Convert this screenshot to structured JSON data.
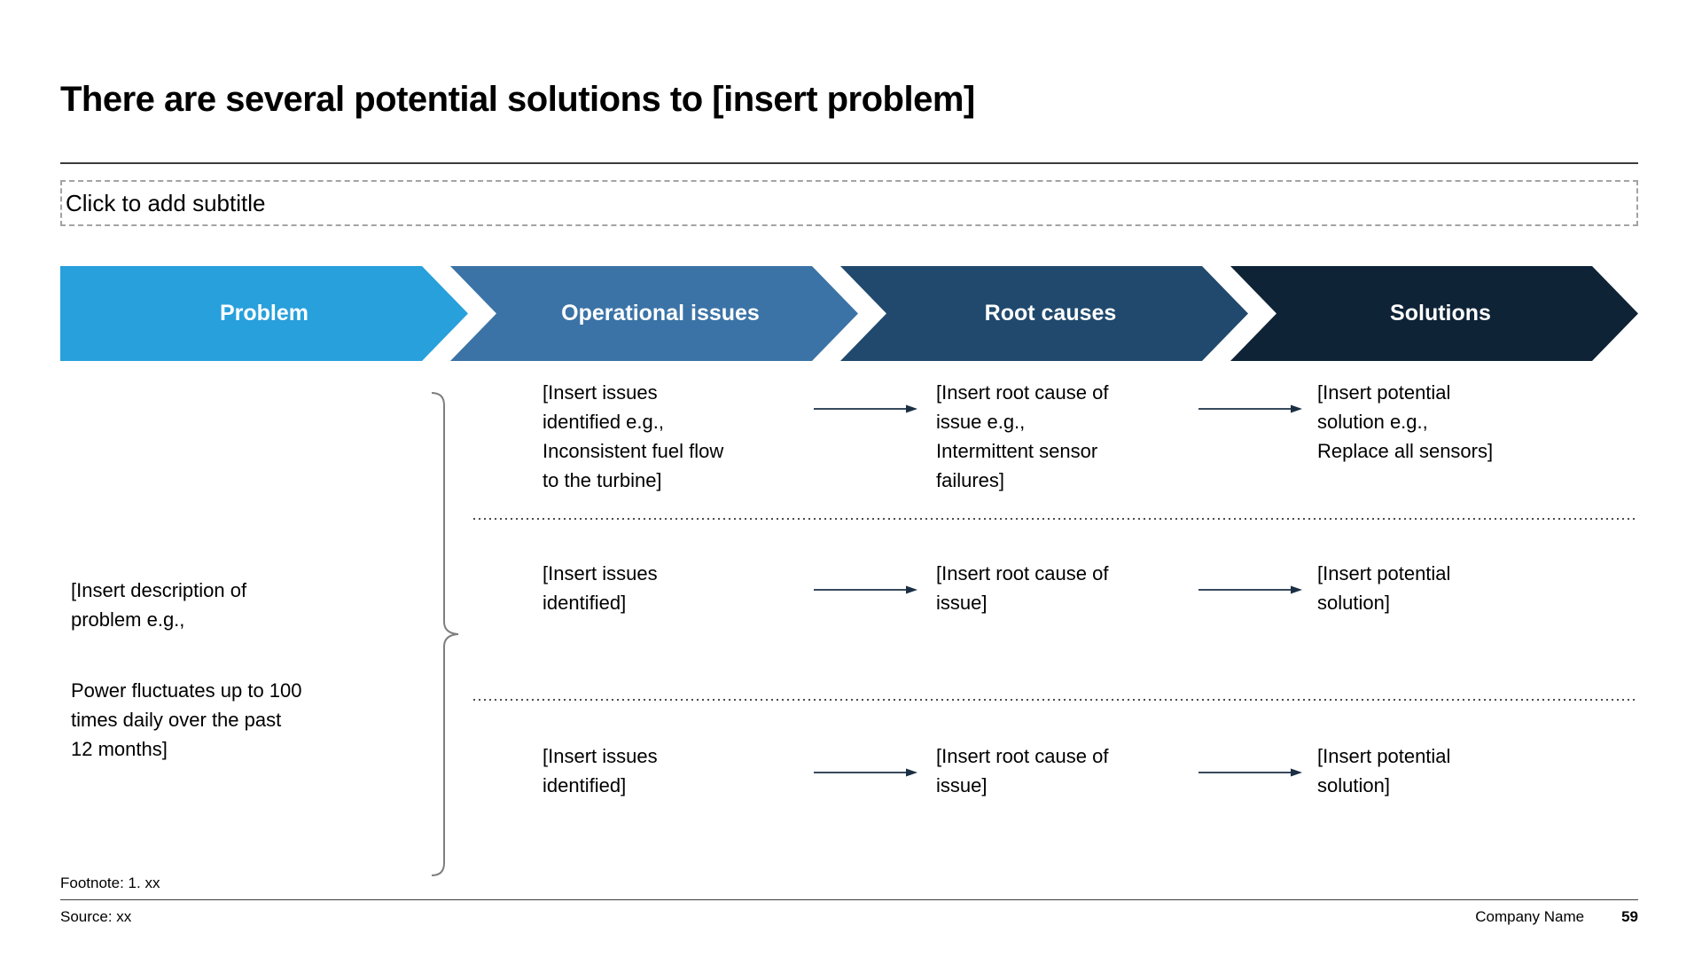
{
  "slide": {
    "title": "There are several potential solutions to [insert problem]",
    "subtitle_placeholder": "Click to add subtitle",
    "footnote": "Footnote: 1. xx",
    "source": "Source: xx",
    "company": "Company Name",
    "page_number": "59"
  },
  "chevrons": [
    {
      "label": "Problem",
      "color": "#27A0DC"
    },
    {
      "label": "Operational issues",
      "color": "#3B73A6"
    },
    {
      "label": "Root causes",
      "color": "#20496D"
    },
    {
      "label": "Solutions",
      "color": "#0F2337"
    }
  ],
  "problem_description": {
    "para1": "[Insert description of\nproblem e.g.,",
    "para2": "Power fluctuates up to 100\ntimes daily over the past\n12 months]"
  },
  "rows": [
    {
      "issue": "[Insert issues\nidentified e.g.,\nInconsistent fuel flow\nto the turbine]",
      "root_cause": "[Insert root cause of\nissue e.g.,\nIntermittent sensor\nfailures]",
      "solution": "[Insert potential\nsolution e.g.,\nReplace all sensors]"
    },
    {
      "issue": "[Insert issues\nidentified]",
      "root_cause": "[Insert root cause of\nissue]",
      "solution": "[Insert potential\nsolution]"
    },
    {
      "issue": "[Insert issues\nidentified]",
      "root_cause": "[Insert root cause of\nissue]",
      "solution": "[Insert potential\nsolution]"
    }
  ]
}
